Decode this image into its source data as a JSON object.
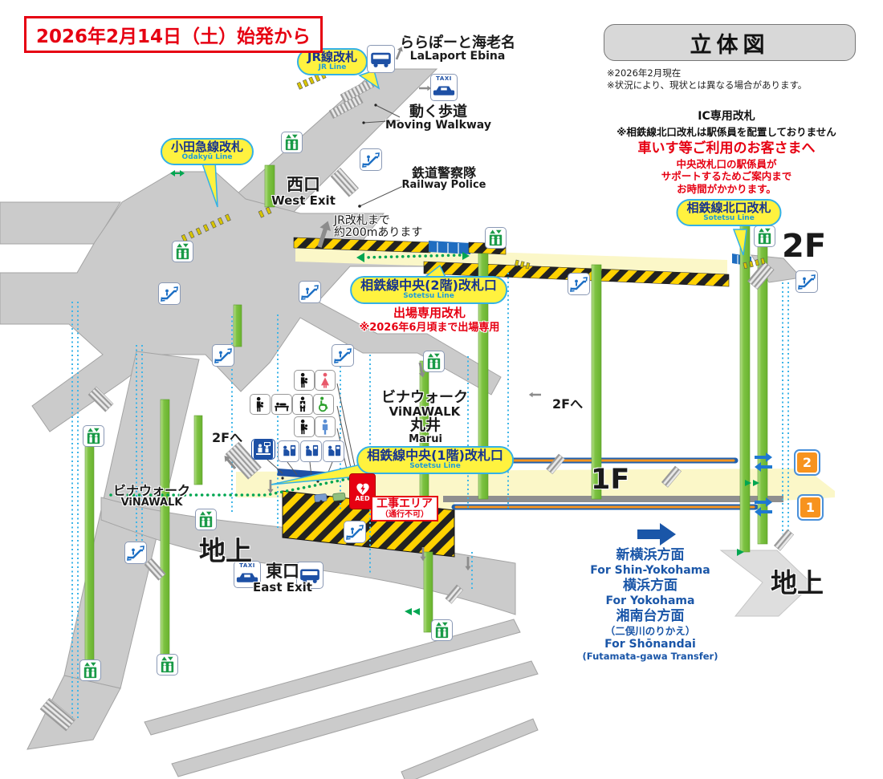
{
  "header": {
    "date_notice": "2026年2月14日（土）始発から"
  },
  "info": {
    "title": "立体図",
    "notes": [
      "※2026年2月現在",
      "※状況により、現状とは異なる場合があります。"
    ],
    "ic_title": "IC専用改札",
    "ic_body": "※相鉄線北口改札は駅係員を配置しておりません",
    "wc_title": "車いす等ご利用のお客さまへ",
    "wc_lines": [
      "中央改札口の駅係員が",
      "サポートするためご案内まで",
      "お時間がかかります。"
    ]
  },
  "bubbles": {
    "jr": {
      "jp": "JR線改札",
      "en": "JR Line"
    },
    "odakyu": {
      "jp": "小田急線改札",
      "en": "Odakyū Line"
    },
    "north": {
      "jp": "相鉄線北口改札",
      "en": "Sotetsu Line"
    },
    "central_2f": {
      "jp": "相鉄線中央(2階)改札口",
      "en": "Sotetsu Line"
    },
    "central_1f": {
      "jp": "相鉄線中央(1階)改札口",
      "en": "Sotetsu Line"
    }
  },
  "notices": {
    "exit_only": {
      "title": "出場専用改札",
      "note": "※2026年6月頃まで出場専用"
    },
    "construction": {
      "title": "工事エリア",
      "note": "（通行不可）"
    }
  },
  "places": {
    "lalaport": {
      "jp": "ららぽーと海老名",
      "en": "LaLaport Ebina"
    },
    "moving_walkway": {
      "jp": "動く歩道",
      "en": "Moving Walkway"
    },
    "railway_police": {
      "jp": "鉄道警察隊",
      "en": "Railway Police"
    },
    "west_exit": {
      "jp": "西口",
      "en": "West Exit"
    },
    "east_exit": {
      "jp": "東口",
      "en": "East Exit"
    },
    "vinawalk_center": {
      "jp": "ビナウォーク",
      "en": "ViNAWALK"
    },
    "vinawalk_left": {
      "jp": "ビナウォーク",
      "en": "ViNAWALK"
    },
    "marui": {
      "jp": "丸井",
      "en": "Marui"
    },
    "jr_distance": [
      "JR改札まで",
      "約200mあります"
    ]
  },
  "floors": {
    "f2": "2F",
    "f1": "1F",
    "ground_left": "地上",
    "ground_right": "地上",
    "to_2f_left": "2Fへ",
    "to_2f_right": "2Fへ"
  },
  "directions": {
    "lines": [
      {
        "jp": "新横浜方面",
        "en": "For Shin-Yokohama"
      },
      {
        "jp": "横浜方面",
        "en": "For Yokohama"
      },
      {
        "jp": "湘南台方面",
        "jp_sub": "（二俣川のりかえ）",
        "en": "For Shōnandai",
        "en_sub": "(Futamata-gawa Transfer)"
      }
    ]
  },
  "platforms": [
    "2",
    "1"
  ],
  "labels": {
    "aed": "AED",
    "taxi": "TAXI"
  },
  "icons": {
    "elevator": "elevator-pictogram",
    "escalator": "escalator-pictogram",
    "bus": "bus-pictogram",
    "taxi": "taxi-car-pictogram",
    "aed": "heart-lightning-pictogram",
    "toilet_female": "female-pictogram",
    "toilet_male": "male-pictogram",
    "wheelchair": "wheelchair-pictogram",
    "baby_care": "baby-care-pictogram",
    "diaper_table": "diaper-table-pictogram",
    "multi_function": "person-plus-pictogram",
    "ticket_window": "staff-counter-pictogram",
    "ticket_machine": "ticket-machine-pictogram"
  },
  "colors": {
    "accent_red": "#e60012",
    "bubble_yellow": "#fff23f",
    "bubble_border_blue": "#33b1e6",
    "bubble_text_navy": "#16348f",
    "direction_blue": "#1a56a8",
    "sotetsu_blue": "#2160ad",
    "sotetsu_orange": "#f7931e",
    "pillar_green": "#7dc242",
    "route_green": "#00a651",
    "hazard_yellow": "#ffd200",
    "floor_yellow": "#fbf7c8",
    "walkway_gray": "#cbcbcb",
    "platform_badge_orange": "#f7931e",
    "elevator_shaft_cyan": "#3db5e8"
  }
}
